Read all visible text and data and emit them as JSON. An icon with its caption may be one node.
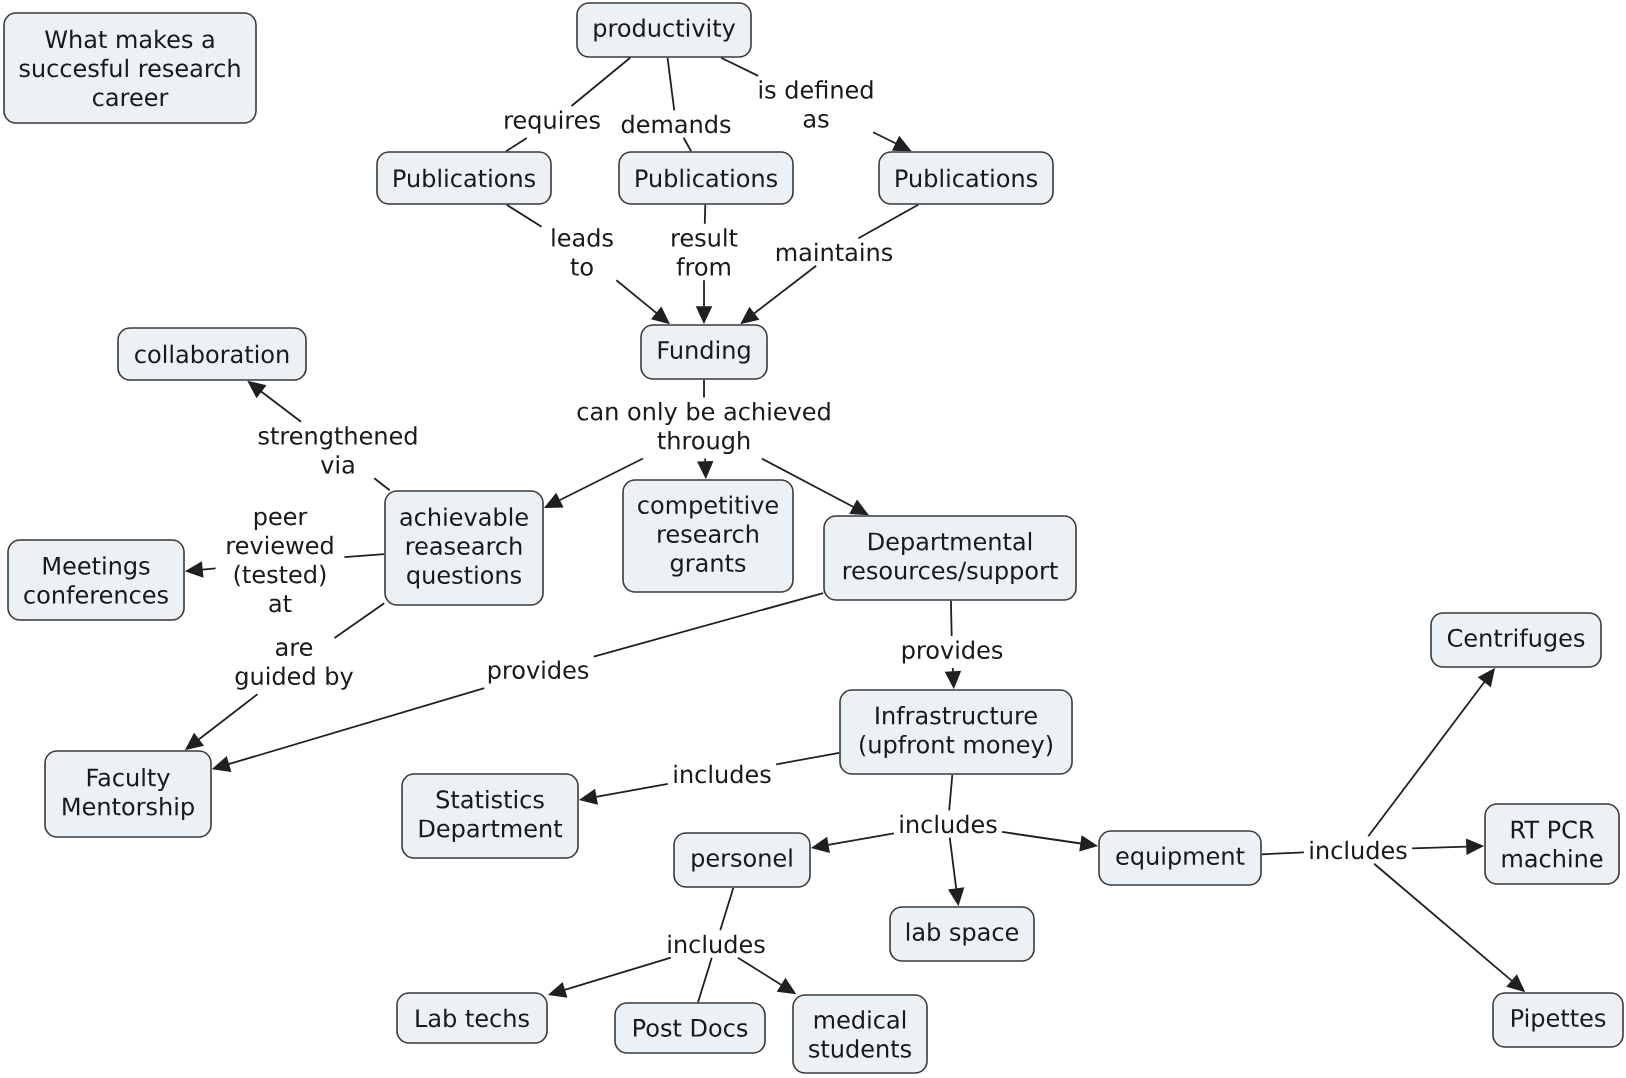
{
  "diagram": {
    "nodes": [
      {
        "text": [
          "What makes a succesful research career"
        ]
      },
      {
        "text": [
          "productivity"
        ]
      },
      {
        "text": [
          "requires"
        ]
      },
      {
        "text": [
          "demands"
        ]
      },
      {
        "text": [
          "is defined as"
        ]
      },
      {
        "text": [
          "Publications"
        ]
      },
      {
        "text": [
          "Publications"
        ]
      },
      {
        "text": [
          "Publications"
        ]
      },
      {
        "text": [
          "leads to"
        ]
      },
      {
        "text": [
          "result from"
        ]
      },
      {
        "text": [
          "maintains"
        ]
      },
      {
        "text": [
          "Funding"
        ]
      },
      {
        "text": [
          "collaboration"
        ]
      },
      {
        "text": [
          "can only be achieved through"
        ]
      },
      {
        "text": [
          "strengthened via"
        ]
      },
      {
        "text": [
          "achievable reasearch questions"
        ]
      },
      {
        "text": [
          "competitive research grants"
        ]
      },
      {
        "text": [
          "Departmental resources/support"
        ]
      },
      {
        "text": [
          "peer reviewed (tested) at"
        ]
      },
      {
        "text": [
          "Meetings conferences"
        ]
      },
      {
        "text": [
          "Centrifuges"
        ]
      },
      {
        "text": [
          "are guided by"
        ]
      },
      {
        "text": [
          "provides"
        ]
      },
      {
        "text": [
          "provides"
        ]
      },
      {
        "text": [
          "Infrastructure (upfront money)"
        ]
      },
      {
        "text": [
          "Faculty Mentorship"
        ]
      },
      {
        "text": [
          "includes"
        ]
      },
      {
        "text": [
          "Statistics Department"
        ]
      },
      {
        "text": [
          "includes"
        ]
      },
      {
        "text": [
          "personel"
        ]
      },
      {
        "text": [
          "equipment"
        ]
      },
      {
        "text": [
          "includes"
        ]
      },
      {
        "text": [
          "RT PCR machine"
        ]
      },
      {
        "text": [
          "lab space"
        ]
      },
      {
        "text": [
          "includes"
        ]
      },
      {
        "text": [
          "Lab techs"
        ]
      },
      {
        "text": [
          "Post Docs"
        ]
      },
      {
        "text": [
          "medical students"
        ]
      },
      {
        "text": [
          "Pipettes"
        ]
      }
    ],
    "edges": [
      {
        "from": 1,
        "to": 2,
        "arrow": "none"
      },
      {
        "from": 2,
        "to": 5,
        "arrow": "none"
      },
      {
        "from": 1,
        "to": 3,
        "arrow": "none"
      },
      {
        "from": 3,
        "to": 6,
        "arrow": "none"
      },
      {
        "from": 1,
        "to": 4,
        "arrow": "none"
      },
      {
        "from": 4,
        "to": 7,
        "arrow": "to"
      },
      {
        "from": 5,
        "to": 8,
        "arrow": "none"
      },
      {
        "from": 8,
        "to": 11,
        "arrow": "to"
      },
      {
        "from": 6,
        "to": 9,
        "arrow": "none"
      },
      {
        "from": 9,
        "to": 11,
        "arrow": "to"
      },
      {
        "from": 7,
        "to": 10,
        "arrow": "none"
      },
      {
        "from": 10,
        "to": 11,
        "arrow": "to"
      },
      {
        "from": 11,
        "to": 13,
        "arrow": "none"
      },
      {
        "from": 13,
        "to": 15,
        "arrow": "to"
      },
      {
        "from": 13,
        "to": 16,
        "arrow": "to"
      },
      {
        "from": 13,
        "to": 17,
        "arrow": "to"
      },
      {
        "from": 15,
        "to": 14,
        "arrow": "none"
      },
      {
        "from": 14,
        "to": 12,
        "arrow": "to"
      },
      {
        "from": 15,
        "to": 18,
        "arrow": "none"
      },
      {
        "from": 18,
        "to": 19,
        "arrow": "to"
      },
      {
        "from": 15,
        "to": 21,
        "arrow": "none"
      },
      {
        "from": 21,
        "to": 25,
        "arrow": "to"
      },
      {
        "from": 17,
        "to": 22,
        "arrow": "none"
      },
      {
        "from": 22,
        "to": 25,
        "arrow": "to"
      },
      {
        "from": 17,
        "to": 23,
        "arrow": "none"
      },
      {
        "from": 23,
        "to": 24,
        "arrow": "to"
      },
      {
        "from": 24,
        "to": 26,
        "arrow": "none"
      },
      {
        "from": 26,
        "to": 27,
        "arrow": "to"
      },
      {
        "from": 24,
        "to": 28,
        "arrow": "none"
      },
      {
        "from": 28,
        "to": 29,
        "arrow": "to"
      },
      {
        "from": 28,
        "to": 33,
        "arrow": "to"
      },
      {
        "from": 28,
        "to": 30,
        "arrow": "to"
      },
      {
        "from": 30,
        "to": 31,
        "arrow": "none"
      },
      {
        "from": 31,
        "to": 20,
        "arrow": "to"
      },
      {
        "from": 31,
        "to": 32,
        "arrow": "to"
      },
      {
        "from": 31,
        "to": 38,
        "arrow": "to"
      },
      {
        "from": 29,
        "to": 34,
        "arrow": "none"
      },
      {
        "from": 34,
        "to": 35,
        "arrow": "to"
      },
      {
        "from": 34,
        "to": 36,
        "arrow": "none"
      },
      {
        "from": 34,
        "to": 37,
        "arrow": "to"
      }
    ]
  }
}
